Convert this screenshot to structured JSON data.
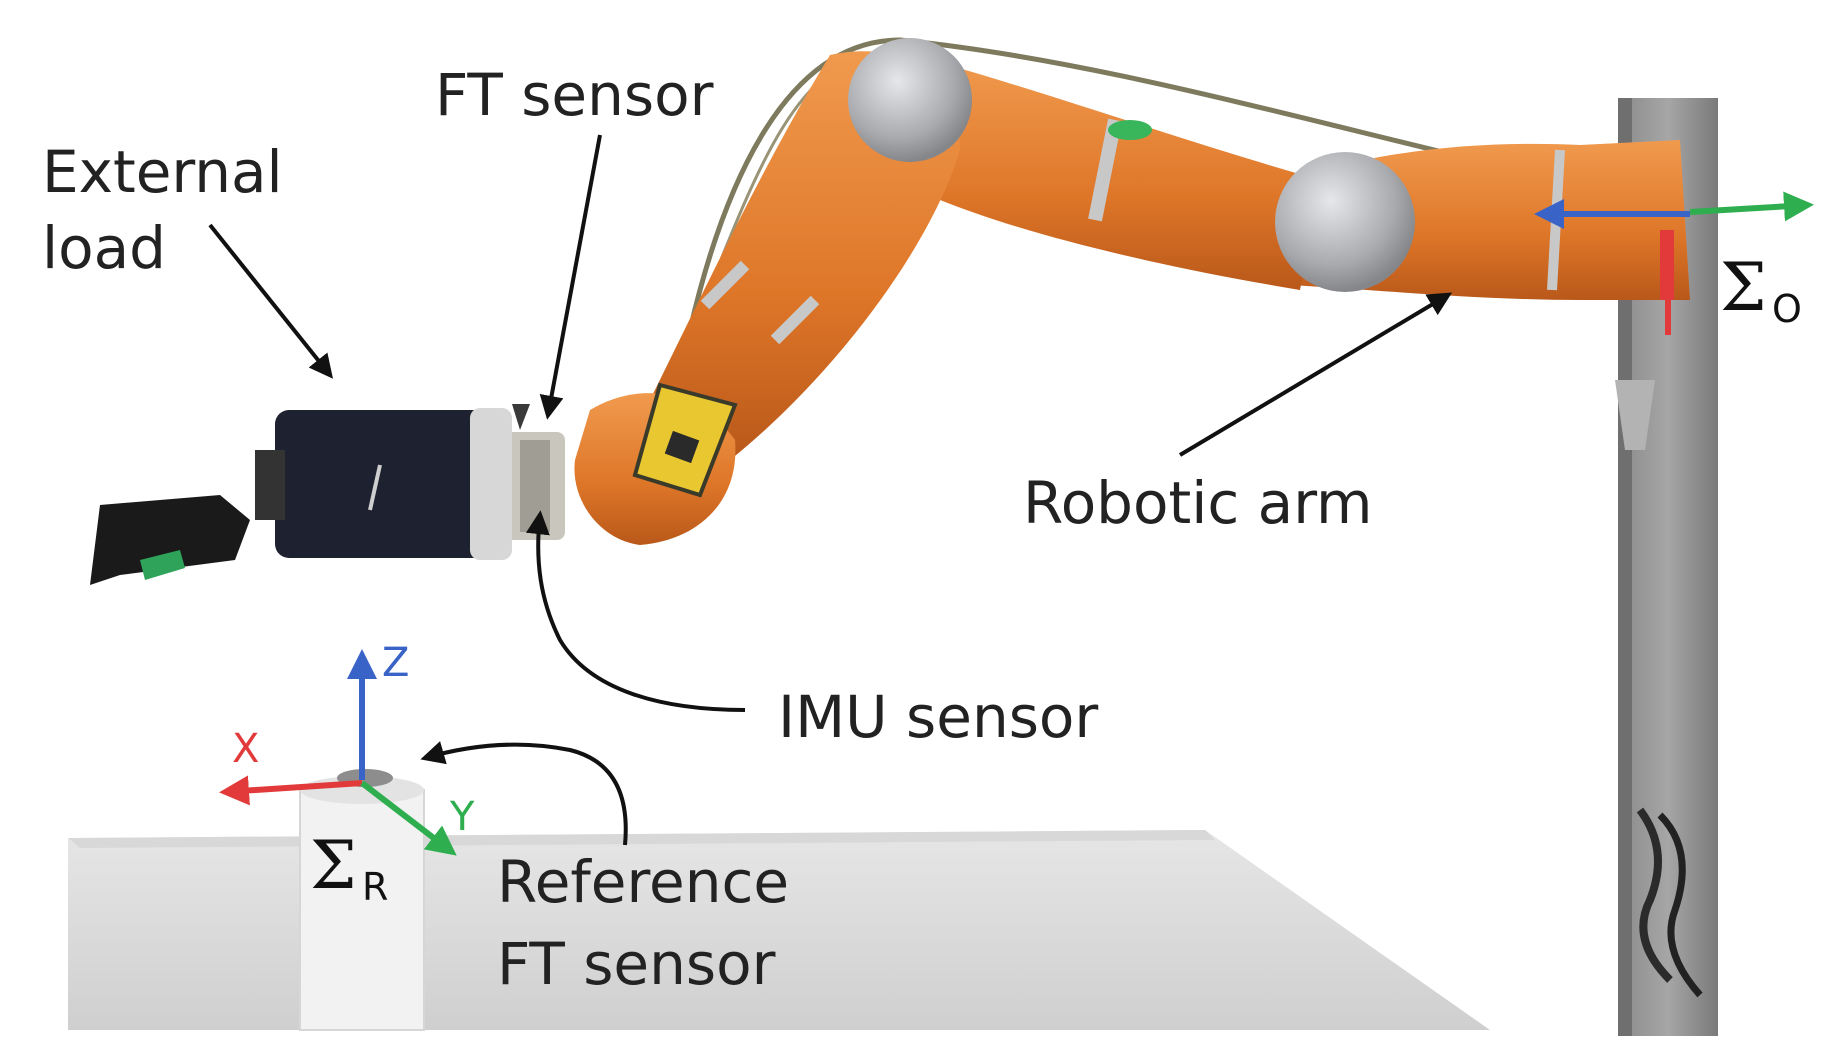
{
  "labels": {
    "external_load_line1": "External",
    "external_load_line2": "load",
    "ft_sensor": "FT sensor",
    "imu_sensor": "IMU sensor",
    "robotic_arm": "Robotic arm",
    "reference_ft_line1": "Reference",
    "reference_ft_line2": "FT sensor"
  },
  "frames": {
    "origin_symbol": "Σ",
    "origin_sub": "O",
    "reference_symbol": "Σ",
    "reference_sub": "R"
  },
  "axes": {
    "x": "X",
    "y": "Y",
    "z": "Z"
  },
  "colors": {
    "arm_orange": "#e07b2c",
    "joint_gray": "#b9babd",
    "axis_x": "#e23a3a",
    "axis_y": "#2eae4e",
    "axis_z": "#3a63c7"
  }
}
